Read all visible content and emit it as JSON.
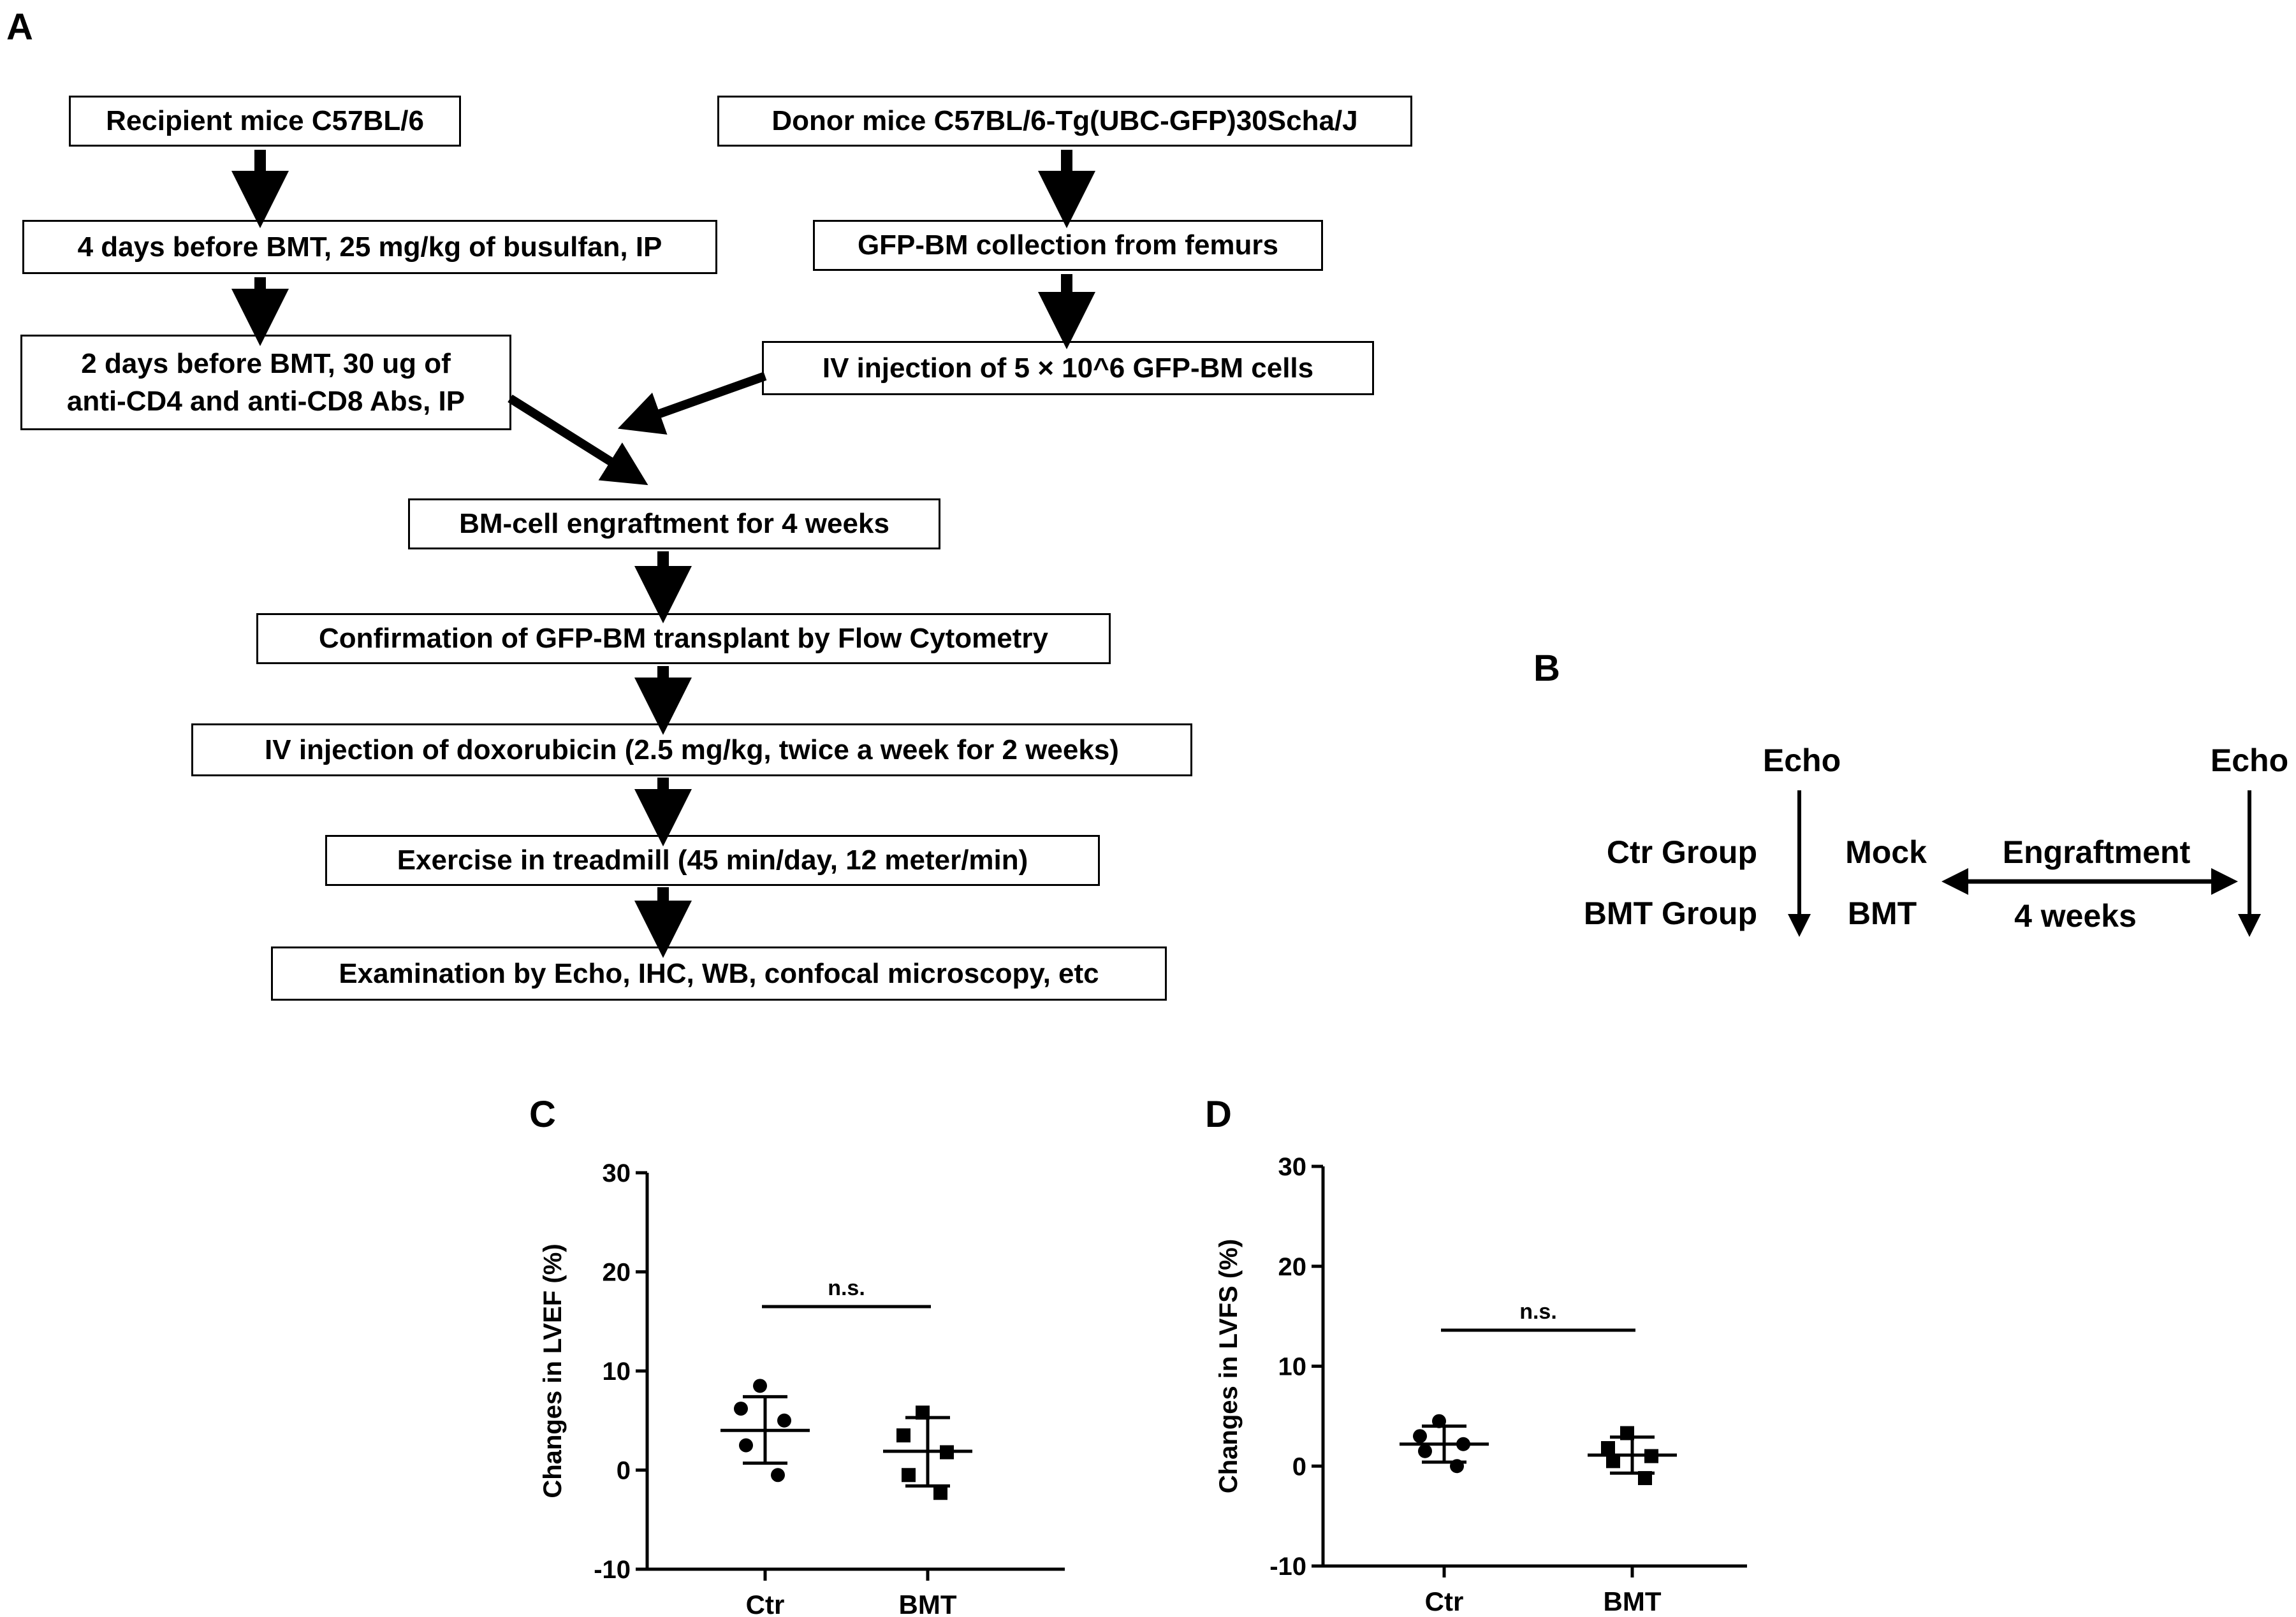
{
  "panels": {
    "a": "A",
    "b": "B",
    "c": "C",
    "d": "D"
  },
  "flowchart": {
    "recipient": "Recipient mice C57BL/6",
    "busulfan": "4 days before BMT, 25 mg/kg of busulfan, IP",
    "antibodies": "2 days before BMT, 30 ug of\nanti-CD4 and anti-CD8 Abs, IP",
    "donor": "Donor mice C57BL/6-Tg(UBC-GFP)30Scha/J",
    "collection": "GFP-BM collection from femurs",
    "iv_cells": "IV injection of 5 × 10^6 GFP-BM cells",
    "engraftment": "BM-cell engraftment for 4 weeks",
    "confirmation": "Confirmation of GFP-BM transplant by Flow Cytometry",
    "doxorubicin": "IV injection of doxorubicin (2.5 mg/kg, twice a week for 2 weeks)",
    "exercise": "Exercise in treadmill  (45 min/day, 12 meter/min)",
    "examination": "Examination by Echo, IHC, WB, confocal microscopy, etc"
  },
  "timeline": {
    "echo_left": "Echo",
    "echo_right": "Echo",
    "ctr_group": "Ctr Group",
    "bmt_group": "BMT Group",
    "mock": "Mock",
    "bmt": "BMT",
    "engraftment": "Engraftment",
    "duration": "4 weeks"
  },
  "chart_data": [
    {
      "type": "scatter",
      "panel": "C",
      "ylabel": "Changes in LVEF (%)",
      "ylim": [
        -10,
        30
      ],
      "yticks": [
        -10,
        0,
        10,
        20,
        30
      ],
      "categories": [
        "Ctr",
        "BMT"
      ],
      "significance": "n.s.",
      "series": [
        {
          "category": "Ctr",
          "marker": "circle",
          "points": [
            8.5,
            6.2,
            5.0,
            2.5,
            -0.5
          ],
          "mean": 4.0,
          "sd_upper": 7.4,
          "sd_lower": 0.7
        },
        {
          "category": "BMT",
          "marker": "square",
          "points": [
            5.8,
            3.5,
            1.8,
            -0.5,
            -2.3
          ],
          "mean": 1.9,
          "sd_upper": 5.3,
          "sd_lower": -1.6
        }
      ]
    },
    {
      "type": "scatter",
      "panel": "D",
      "ylabel": "Changes in LVFS (%)",
      "ylim": [
        -10,
        30
      ],
      "yticks": [
        -10,
        0,
        10,
        20,
        30
      ],
      "categories": [
        "Ctr",
        "BMT"
      ],
      "significance": "n.s.",
      "series": [
        {
          "category": "Ctr",
          "marker": "circle",
          "points": [
            4.5,
            3.0,
            2.2,
            1.5,
            0.0
          ],
          "mean": 2.2,
          "sd_upper": 4.0,
          "sd_lower": 0.4
        },
        {
          "category": "BMT",
          "marker": "square",
          "points": [
            3.3,
            1.8,
            1.0,
            0.5,
            -1.2
          ],
          "mean": 1.1,
          "sd_upper": 2.9,
          "sd_lower": -0.7
        }
      ]
    }
  ]
}
